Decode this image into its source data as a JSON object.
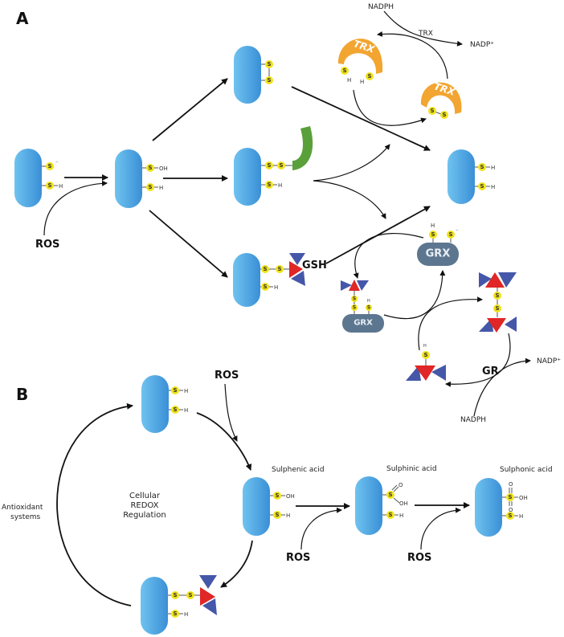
{
  "colors": {
    "protein": "#4aa3e0",
    "sulfur": "#f0e21a",
    "trx": "#f2a531",
    "grx": "#5d7690",
    "glutathione_red": "#e02626",
    "glutathione_blue": "#4557a8",
    "green_partner": "#5aa03a"
  },
  "panel_a": {
    "label": "A",
    "ros_label": "ROS",
    "gsh_label": "GSH",
    "nadph_top": "NADPH",
    "trx_cycle_label": "TRX",
    "nadp_top": "NADP⁺",
    "trx_enzyme_1": "TRX",
    "trx_enzyme_2": "TRX",
    "grx_enzyme_1": "GRX",
    "grx_enzyme_2": "GRX",
    "gr_label": "GR",
    "nadp_bottom": "NADP⁺",
    "nadph_bottom": "NADPH",
    "sulfur": "S",
    "h": "H",
    "oh": "OH",
    "minus": "⁻"
  },
  "panel_b": {
    "label": "B",
    "ros_top": "ROS",
    "ros_mid": "ROS",
    "ros_right": "ROS",
    "sulphenic": "Sulphenic acid",
    "sulphinic": "Sulphinic acid",
    "sulphonic": "Sulphonic acid",
    "antioxidant_line1": "Antioxidant",
    "antioxidant_line2": "systems",
    "center_line1": "Cellular",
    "center_line2": "REDOX",
    "center_line3": "Regulation",
    "sulfur": "S",
    "h": "H",
    "oh": "OH",
    "o": "O"
  }
}
